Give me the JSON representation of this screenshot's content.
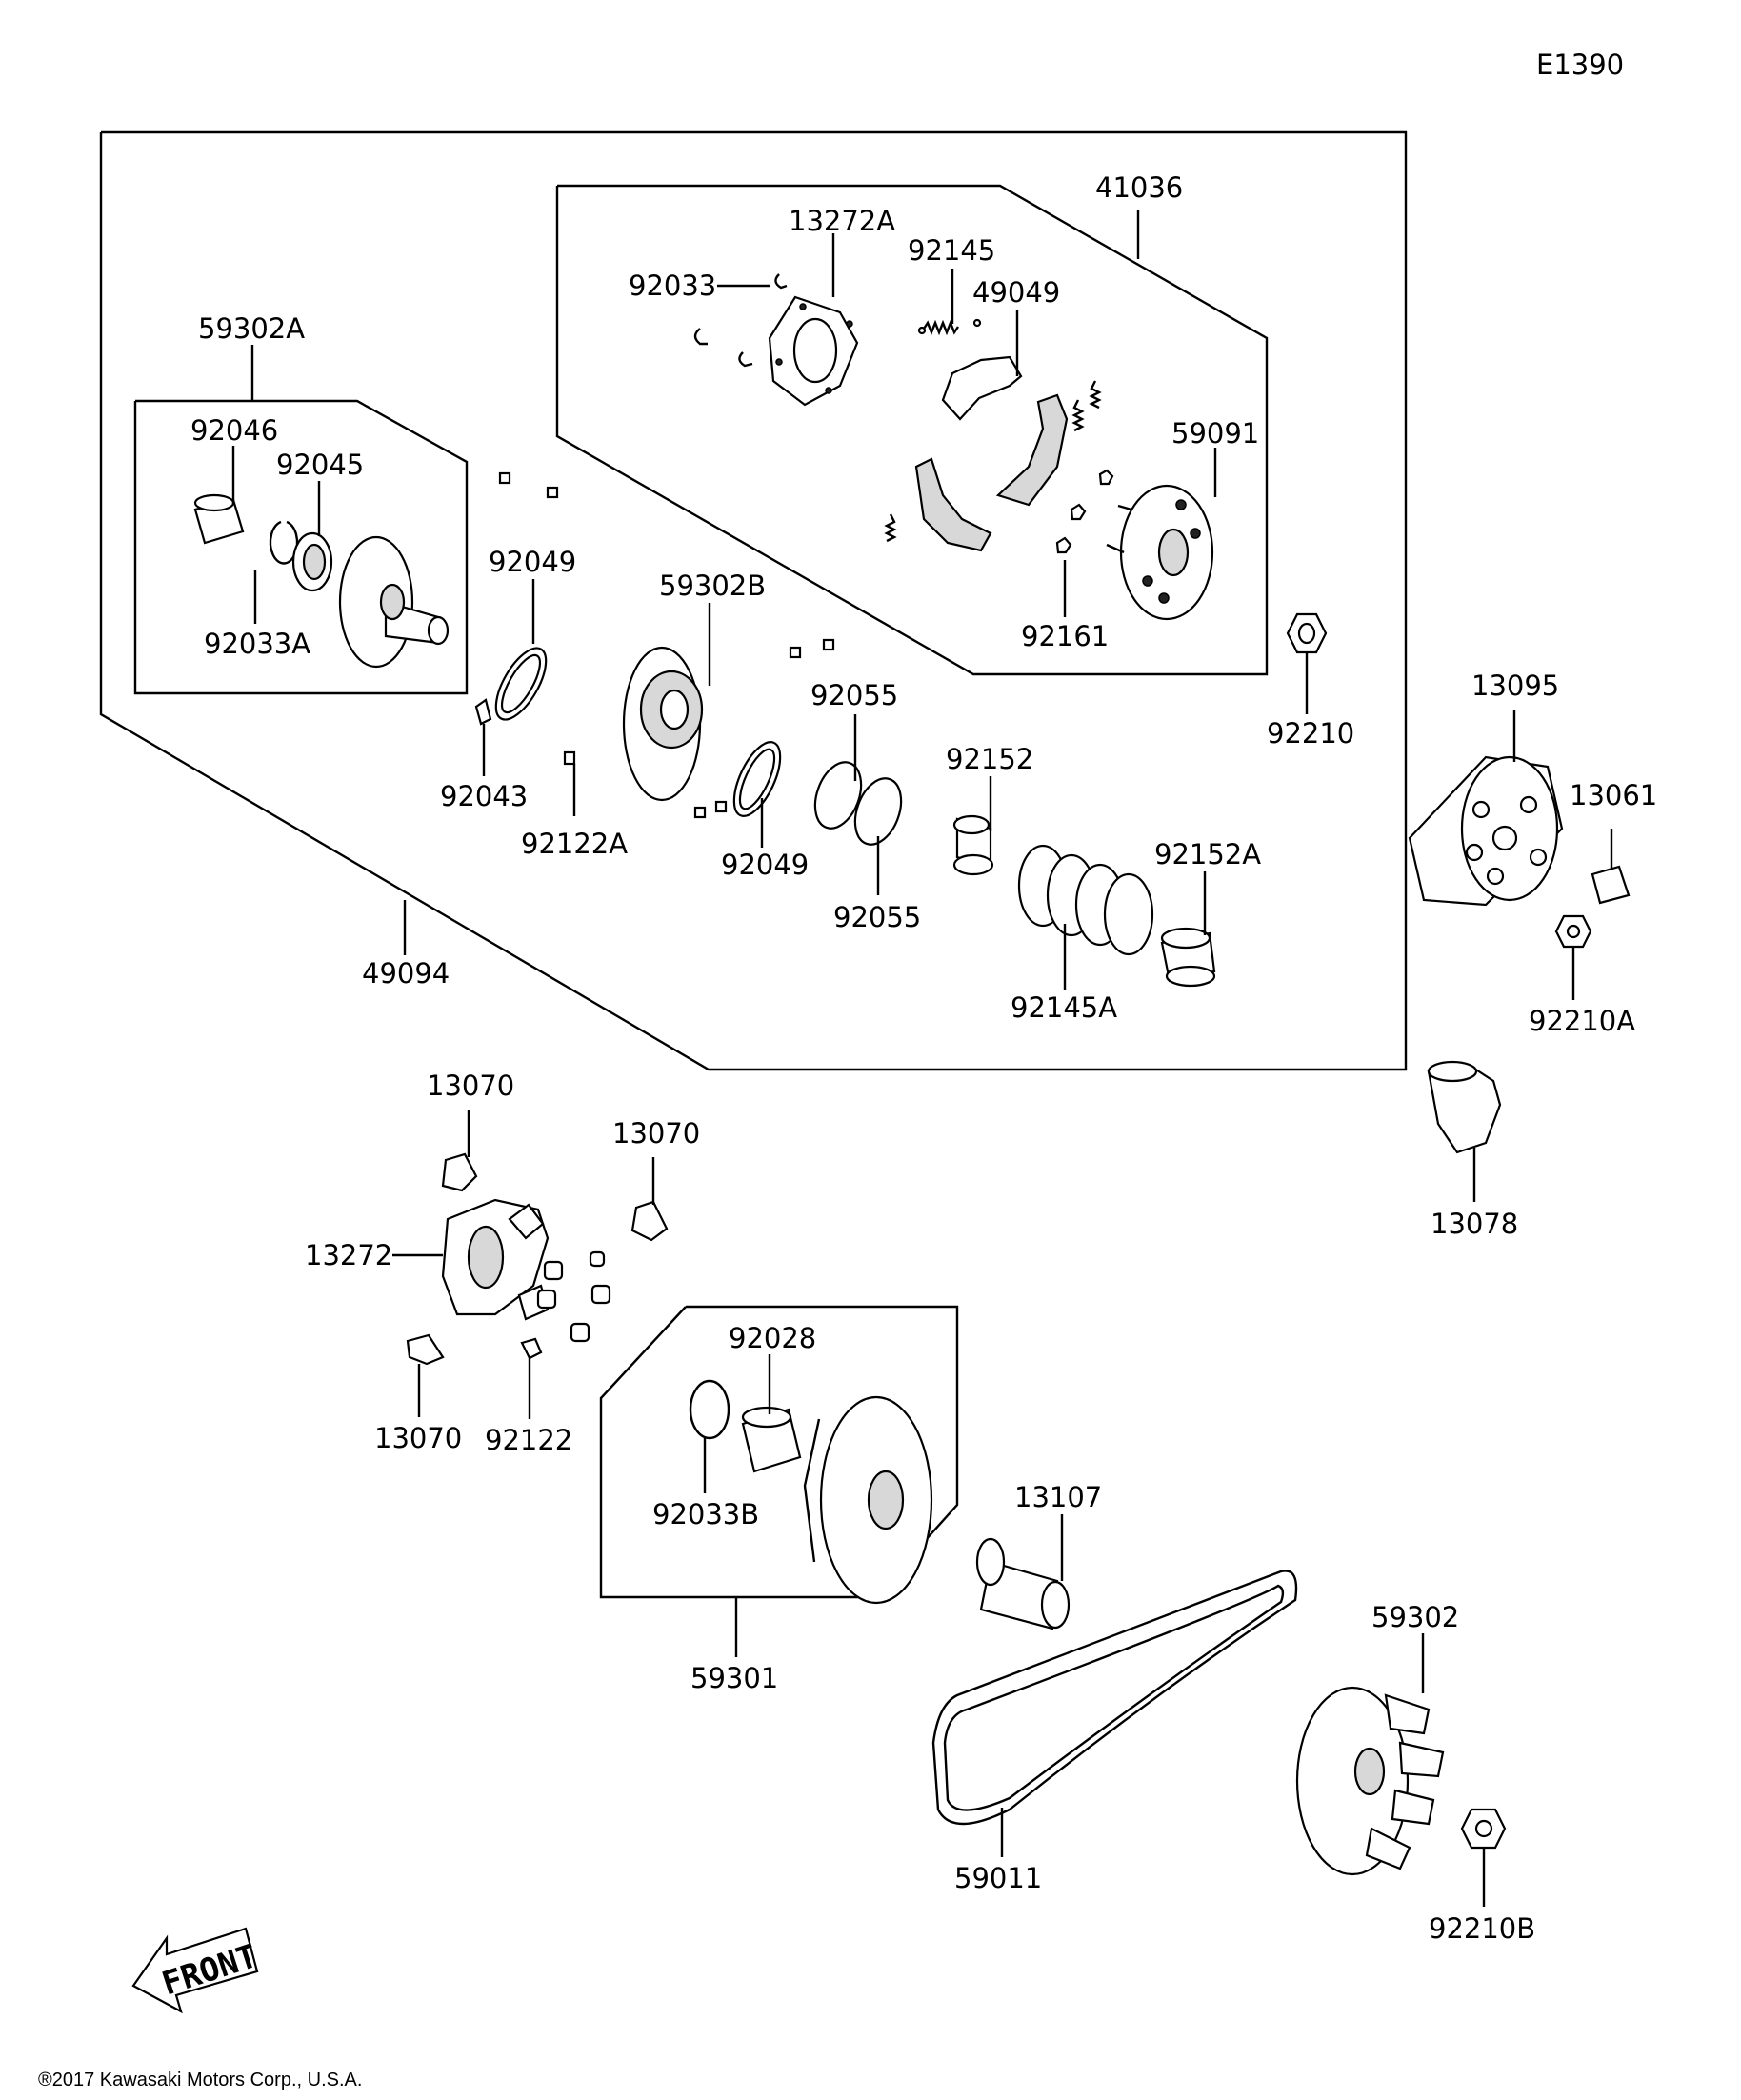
{
  "diagram_code": "E1390",
  "copyright": "®2017 Kawasaki Motors Corp., U.S.A.",
  "front_label": "FRONT",
  "parts": {
    "p41036": "41036",
    "p13272A": "13272A",
    "p92145": "92145",
    "p92033": "92033",
    "p49049": "49049",
    "p59091": "59091",
    "p92161": "92161",
    "p59302A": "59302A",
    "p92046": "92046",
    "p92045": "92045",
    "p92033A": "92033A",
    "p92049a": "92049",
    "p59302B": "59302B",
    "p92055a": "92055",
    "p92043": "92043",
    "p92122A": "92122A",
    "p92049b": "92049",
    "p92055b": "92055",
    "p92152": "92152",
    "p92152A": "92152A",
    "p92145A": "92145A",
    "p49094": "49094",
    "p92210": "92210",
    "p13095": "13095",
    "p13061": "13061",
    "p92210A": "92210A",
    "p13078": "13078",
    "p13070a": "13070",
    "p13070b": "13070",
    "p13272": "13272",
    "p13070c": "13070",
    "p92122": "92122",
    "p92028": "92028",
    "p92033B": "92033B",
    "p59301": "59301",
    "p13107": "13107",
    "p59302": "59302",
    "p59011": "59011",
    "p92210B": "92210B"
  }
}
